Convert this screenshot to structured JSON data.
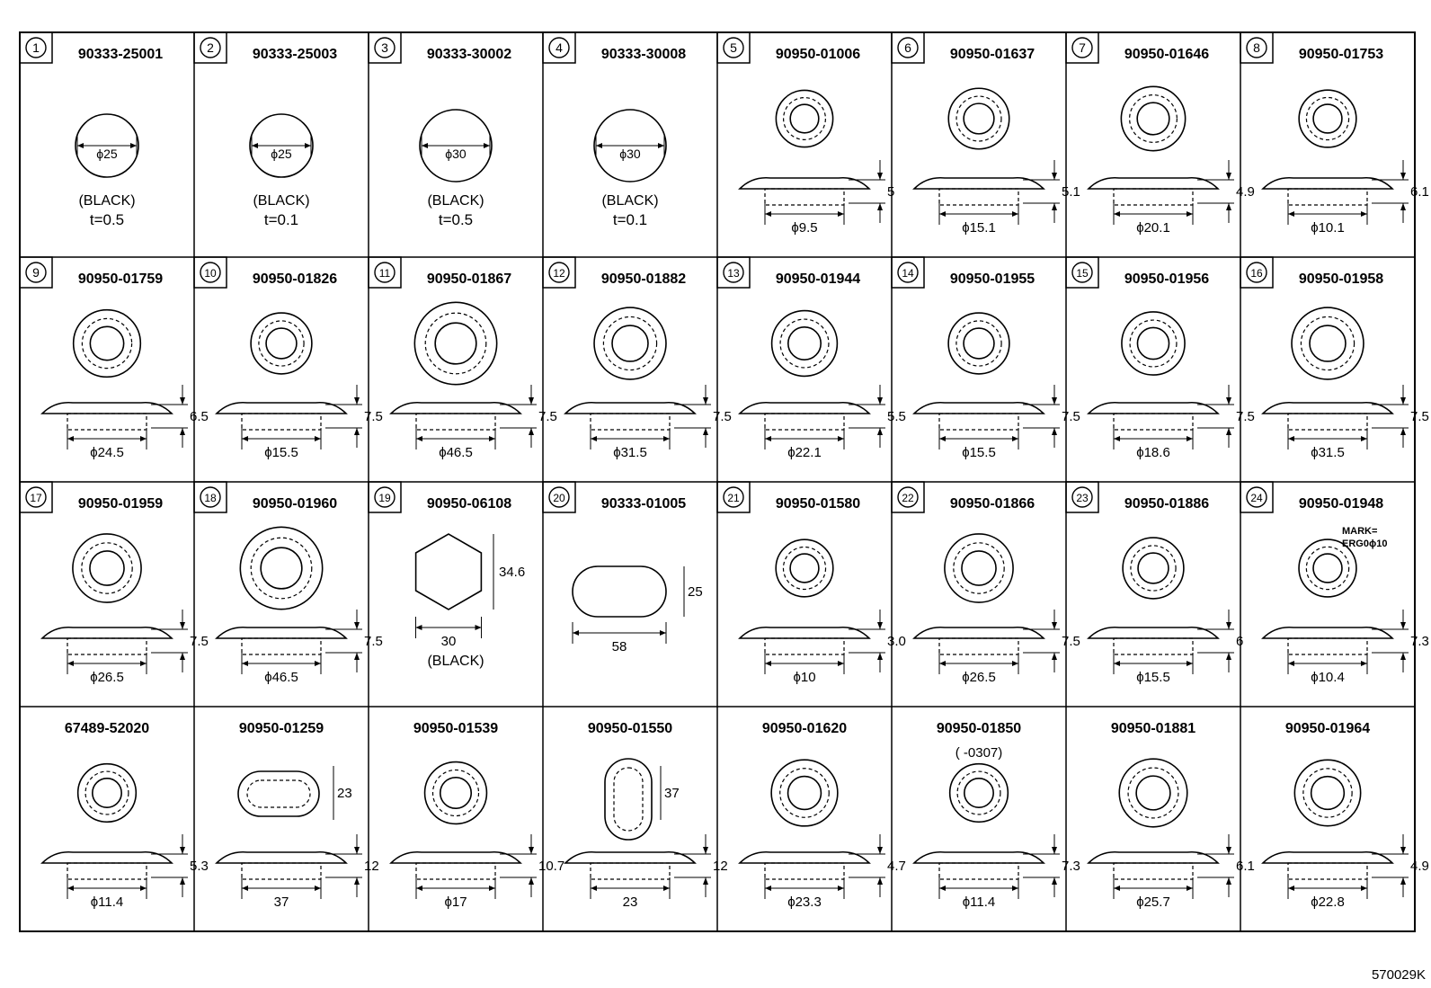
{
  "doc_code": "570029K",
  "cells": [
    {
      "index": "1",
      "part": "90333-25001",
      "shape": "disc",
      "dims": [
        "ϕ25"
      ],
      "note": "(BLACK)",
      "note2": "t=0.5"
    },
    {
      "index": "2",
      "part": "90333-25003",
      "shape": "disc",
      "dims": [
        "ϕ25"
      ],
      "note": "(BLACK)",
      "note2": "t=0.1"
    },
    {
      "index": "3",
      "part": "90333-30002",
      "shape": "disc",
      "dims": [
        "ϕ30"
      ],
      "note": "(BLACK)",
      "note2": "t=0.5"
    },
    {
      "index": "4",
      "part": "90333-30008",
      "shape": "disc",
      "dims": [
        "ϕ30"
      ],
      "note": "(BLACK)",
      "note2": "t=0.1"
    },
    {
      "index": "5",
      "part": "90950-01006",
      "shape": "grommet",
      "dims": [
        "ϕ9.5",
        "5"
      ]
    },
    {
      "index": "6",
      "part": "90950-01637",
      "shape": "grommet",
      "dims": [
        "ϕ15.1",
        "5.1"
      ]
    },
    {
      "index": "7",
      "part": "90950-01646",
      "shape": "grommet",
      "dims": [
        "ϕ20.1",
        "4.9"
      ]
    },
    {
      "index": "8",
      "part": "90950-01753",
      "shape": "grommet",
      "dims": [
        "ϕ10.1",
        "6.1"
      ]
    },
    {
      "index": "9",
      "part": "90950-01759",
      "shape": "grommet",
      "dims": [
        "ϕ24.5",
        "6.5"
      ]
    },
    {
      "index": "10",
      "part": "90950-01826",
      "shape": "grommet",
      "dims": [
        "ϕ15.5",
        "7.5"
      ]
    },
    {
      "index": "11",
      "part": "90950-01867",
      "shape": "grommet",
      "dims": [
        "ϕ46.5",
        "7.5"
      ]
    },
    {
      "index": "12",
      "part": "90950-01882",
      "shape": "grommet",
      "dims": [
        "ϕ31.5",
        "7.5"
      ]
    },
    {
      "index": "13",
      "part": "90950-01944",
      "shape": "grommet",
      "dims": [
        "ϕ22.1",
        "5.5"
      ]
    },
    {
      "index": "14",
      "part": "90950-01955",
      "shape": "grommet",
      "dims": [
        "ϕ15.5",
        "7.5"
      ]
    },
    {
      "index": "15",
      "part": "90950-01956",
      "shape": "grommet",
      "dims": [
        "ϕ18.6",
        "7.5"
      ]
    },
    {
      "index": "16",
      "part": "90950-01958",
      "shape": "grommet",
      "dims": [
        "ϕ31.5",
        "7.5"
      ]
    },
    {
      "index": "17",
      "part": "90950-01959",
      "shape": "grommet",
      "dims": [
        "ϕ26.5",
        "7.5"
      ]
    },
    {
      "index": "18",
      "part": "90950-01960",
      "shape": "grommet",
      "dims": [
        "ϕ46.5",
        "7.5"
      ]
    },
    {
      "index": "19",
      "part": "90950-06108",
      "shape": "hex",
      "dims": [
        "30",
        "34.6"
      ],
      "note": "(BLACK)"
    },
    {
      "index": "20",
      "part": "90333-01005",
      "shape": "oblong",
      "dims": [
        "58",
        "25"
      ]
    },
    {
      "index": "21",
      "part": "90950-01580",
      "shape": "grommet",
      "dims": [
        "ϕ10",
        "3.0"
      ]
    },
    {
      "index": "22",
      "part": "90950-01866",
      "shape": "grommet",
      "dims": [
        "ϕ26.5",
        "7.5"
      ]
    },
    {
      "index": "23",
      "part": "90950-01886",
      "shape": "grommet",
      "dims": [
        "ϕ15.5",
        "6"
      ]
    },
    {
      "index": "24",
      "part": "90950-01948",
      "shape": "grommet",
      "dims": [
        "ϕ10.4",
        "7.3"
      ],
      "mark": [
        "MARK=",
        "ERG0ϕ10"
      ]
    },
    {
      "index": "",
      "part": "67489-52020",
      "shape": "grommet",
      "dims": [
        "ϕ11.4",
        "5.3"
      ]
    },
    {
      "index": "",
      "part": "90950-01259",
      "shape": "oval-grommet",
      "dims": [
        "37",
        "12",
        "23"
      ]
    },
    {
      "index": "",
      "part": "90950-01539",
      "shape": "grommet",
      "dims": [
        "ϕ17",
        "10.7"
      ]
    },
    {
      "index": "",
      "part": "90950-01550",
      "shape": "oval-v-grommet",
      "dims": [
        "23",
        "12",
        "37"
      ]
    },
    {
      "index": "",
      "part": "90950-01620",
      "shape": "grommet",
      "dims": [
        "ϕ23.3",
        "4.7"
      ]
    },
    {
      "index": "",
      "part": "90950-01850",
      "sub": "(      -0307)",
      "shape": "grommet",
      "dims": [
        "ϕ11.4",
        "7.3"
      ]
    },
    {
      "index": "",
      "part": "90950-01881",
      "shape": "grommet",
      "dims": [
        "ϕ25.7",
        "6.1"
      ]
    },
    {
      "index": "",
      "part": "90950-01964",
      "shape": "grommet",
      "dims": [
        "ϕ22.8",
        "4.9"
      ]
    }
  ]
}
